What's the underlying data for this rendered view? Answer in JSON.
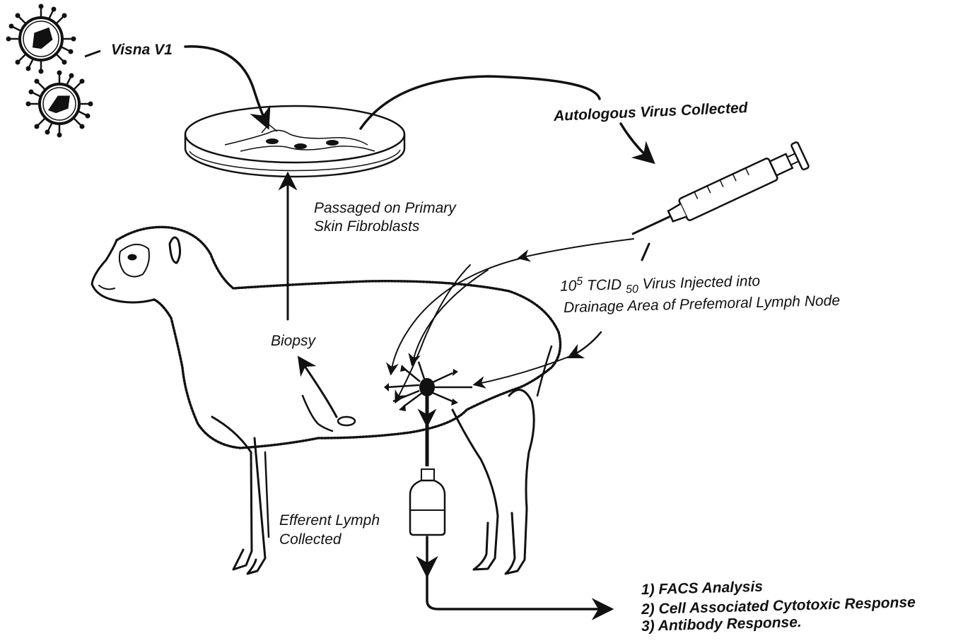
{
  "labels": {
    "virus": "Visna V1",
    "autologous": "Autologous Virus Collected",
    "passaged_line1": "Passaged on Primary",
    "passaged_line2": "Skin Fibroblasts",
    "injected_base": "10",
    "injected_exp": "5",
    "injected_mid": " TCID ",
    "injected_sub": "50",
    "injected_rest": " Virus Injected into",
    "injected_line2": "Drainage Area of Prefemoral Lymph Node",
    "biopsy": "Biopsy",
    "efferent_line1": "Efferent Lymph",
    "efferent_line2": "Collected"
  },
  "outcomes": [
    "1) FACS  Analysis",
    "2) Cell Associated Cytotoxic Response",
    "3) Antibody Response."
  ],
  "colors": {
    "ink": "#111111",
    "background": "#ffffff"
  }
}
